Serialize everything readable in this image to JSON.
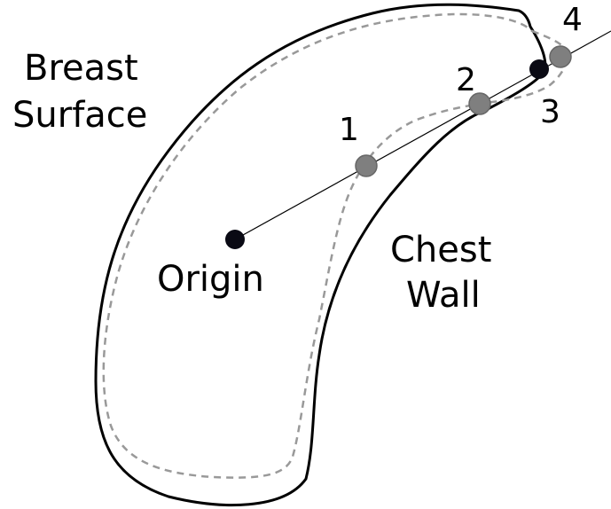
{
  "labels": {
    "breast_surface_line1": "Breast",
    "breast_surface_line2": "Surface",
    "chest_wall_line1": "Chest",
    "chest_wall_line2": "Wall",
    "origin": "Origin",
    "point_1": "1",
    "point_2": "2",
    "point_3": "3",
    "point_4": "4"
  },
  "colors": {
    "outline": "#000000",
    "dashed_outline": "#999999",
    "ray": "#000000",
    "black_point": "#0a0a14",
    "gray_point": "#7f7f7f",
    "gray_point_stroke": "#666666",
    "background": "#ffffff"
  }
}
